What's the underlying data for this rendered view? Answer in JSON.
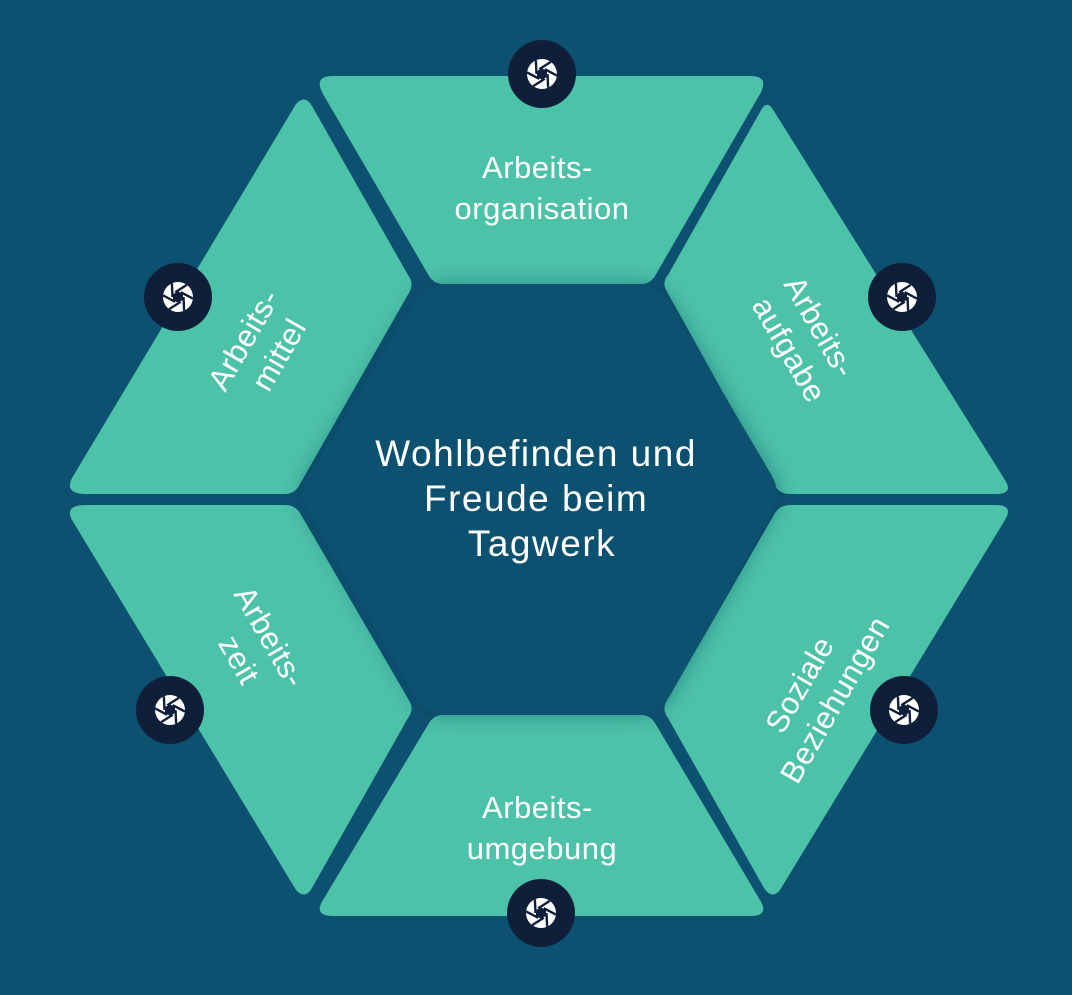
{
  "diagram": {
    "center": {
      "lines": [
        "Wohlbefinden und",
        "Freude beim",
        "Tagwerk"
      ]
    },
    "segments": [
      {
        "id": "organisation",
        "lines": [
          "Arbeits-",
          "organisation"
        ],
        "icon": "aperture-icon"
      },
      {
        "id": "aufgabe",
        "lines": [
          "Arbeits-",
          "aufgabe"
        ],
        "icon": "aperture-icon"
      },
      {
        "id": "beziehungen",
        "lines": [
          "Soziale",
          "Beziehungen"
        ],
        "icon": "aperture-icon"
      },
      {
        "id": "umgebung",
        "lines": [
          "Arbeits-",
          "umgebung"
        ],
        "icon": "aperture-icon"
      },
      {
        "id": "zeit",
        "lines": [
          "Arbeits-",
          "zeit"
        ],
        "icon": "aperture-icon"
      },
      {
        "id": "mittel",
        "lines": [
          "Arbeits-",
          "mittel"
        ],
        "icon": "aperture-icon"
      }
    ],
    "colors": {
      "background": "#0d5170",
      "segment": "#4cc2a9",
      "center": "#0d5170",
      "icon_circle": "#0f1f3a",
      "icon_glyph": "#ffffff",
      "text": "#ffffff"
    }
  }
}
